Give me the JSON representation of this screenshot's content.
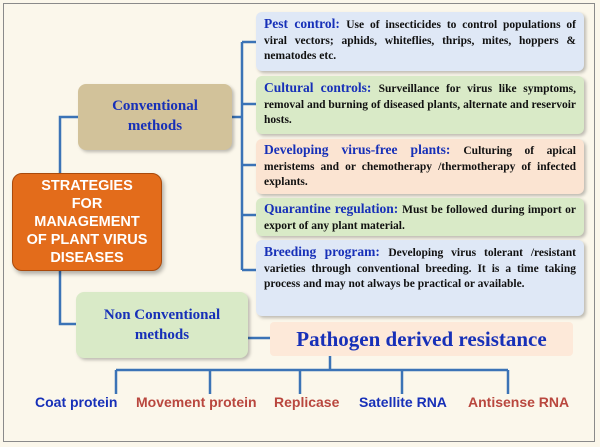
{
  "center_title": [
    "STRATEGIES",
    "FOR",
    "MANAGEMENT",
    "OF PLANT VIRUS",
    "DISEASES"
  ],
  "conventional": {
    "line1": "Conventional",
    "line2": "methods"
  },
  "non_conventional": {
    "line1": "Non Conventional",
    "line2": "methods"
  },
  "conventional_items": [
    {
      "heading": "Pest control:",
      "text": "Use of insecticides to control populations of viral vectors; aphids, whiteflies, thrips, mites, hoppers & nematodes etc."
    },
    {
      "heading": "Cultural controls:",
      "text": "Surveillance for virus like symptoms, removal and burning of diseased plants, alternate and reservoir hosts."
    },
    {
      "heading": "Developing virus-free plants:",
      "text": "Culturing of apical meristems and or chemotherapy /thermotherapy of infected explants."
    },
    {
      "heading": "Quarantine regulation:",
      "text": "Must be followed during import or export of any plant material."
    },
    {
      "heading": "Breeding program:",
      "text": "Developing virus tolerant /resistant varieties through conventional breeding. It is a time taking process and may not always be practical or available."
    }
  ],
  "pathogen_derived": "Pathogen derived resistance",
  "pdr_items": [
    {
      "label": "Coat protein",
      "color": "#1730b8"
    },
    {
      "label": "Movement protein",
      "color": "#b9473e"
    },
    {
      "label": "Replicase",
      "color": "#b9473e"
    },
    {
      "label": "Satellite RNA",
      "color": "#1730b8"
    },
    {
      "label": "Antisense RNA",
      "color": "#b9473e"
    }
  ],
  "colors": {
    "center_box": "#e36c1b",
    "connector": "#3b73b6",
    "heading_text": "#1730b8"
  }
}
